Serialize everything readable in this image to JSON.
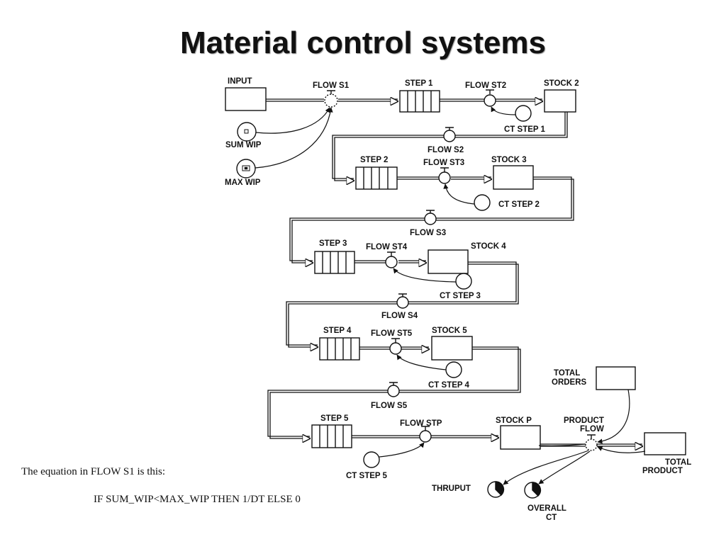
{
  "slide": {
    "title": "Material control systems"
  },
  "labels": {
    "input": "INPUT",
    "flow_s1": "FLOW S1",
    "step1": "STEP 1",
    "flow_st2": "FLOW ST2",
    "stock2": "STOCK 2",
    "ct_step1": "CT STEP 1",
    "sum_wip": "SUM WIP",
    "max_wip": "MAX WIP",
    "flow_s2": "FLOW S2",
    "step2": "STEP 2",
    "flow_st3": "FLOW ST3",
    "stock3": "STOCK 3",
    "ct_step2": "CT STEP 2",
    "flow_s3": "FLOW S3",
    "step3": "STEP 3",
    "flow_st4": "FLOW ST4",
    "stock4": "STOCK 4",
    "ct_step3": "CT STEP 3",
    "flow_s4": "FLOW S4",
    "step4": "STEP 4",
    "flow_st5": "FLOW ST5",
    "stock5": "STOCK 5",
    "ct_step4": "CT STEP 4",
    "total_orders_1": "TOTAL",
    "total_orders_2": "ORDERS",
    "flow_s5": "FLOW S5",
    "step5": "STEP 5",
    "flow_stp": "FLOW STP",
    "stock_p": "STOCK P",
    "product_flow_1": "PRODUCT",
    "product_flow_2": "FLOW",
    "ct_step5": "CT STEP 5",
    "total_product_1": "TOTAL",
    "total_product_2": "PRODUCT",
    "thruput": "THRUPUT",
    "overall_ct_1": "OVERALL",
    "overall_ct_2": "CT"
  },
  "equation": {
    "intro": "The equation in FLOW S1 is this:",
    "formula": "IF SUM_WIP<MAX_WIP THEN 1/DT ELSE 0"
  }
}
